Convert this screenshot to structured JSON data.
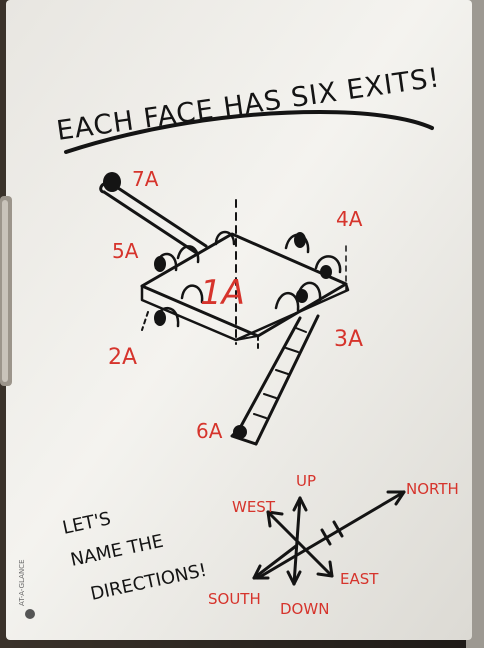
{
  "title": "EACH FACE HAS SIX EXITS!",
  "labels": {
    "center": "1A",
    "exit_2": "2A",
    "exit_3": "3A",
    "exit_4": "4A",
    "exit_5": "5A",
    "exit_6": "6A",
    "exit_7": "7A"
  },
  "directions_note": [
    "LET'S",
    "NAME THE",
    "DIRECTIONS!"
  ],
  "compass": {
    "north": "NORTH",
    "south": "SOUTH",
    "east": "EAST",
    "west": "WEST",
    "up": "UP",
    "down": "DOWN"
  },
  "brand": "AT-A-GLANCE",
  "colors": {
    "ink": "#141414",
    "red_ink": "#d6342c",
    "paper": "#f3f1ec",
    "background": "#2a2420"
  }
}
